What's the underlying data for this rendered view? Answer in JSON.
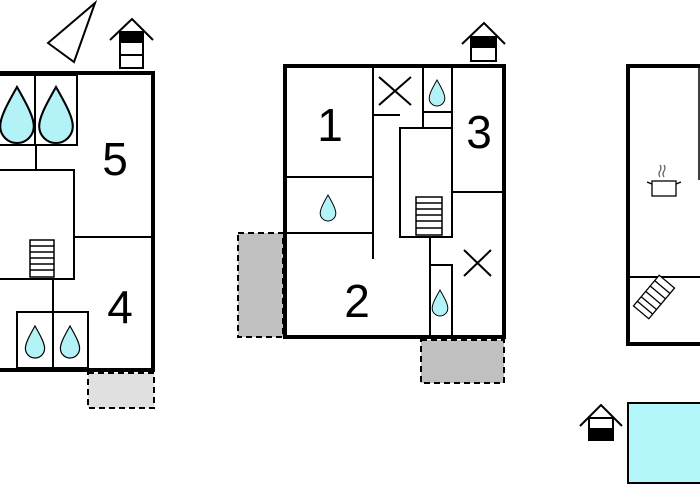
{
  "colors": {
    "wall": "#000000",
    "water": "#b3f3f7",
    "patio_light": "#e0e0e0",
    "patio_dark": "#c0c0c0",
    "pool": "#b3f7fb"
  },
  "rooms": {
    "left": [
      "5",
      "4"
    ],
    "middle": [
      "1",
      "2",
      "3"
    ]
  },
  "icons": [
    "compass-arrow-icon",
    "entrance-icon",
    "shower-drop-icon",
    "staircase-icon",
    "bed-cross-icon",
    "cooking-pot-icon",
    "pool"
  ]
}
